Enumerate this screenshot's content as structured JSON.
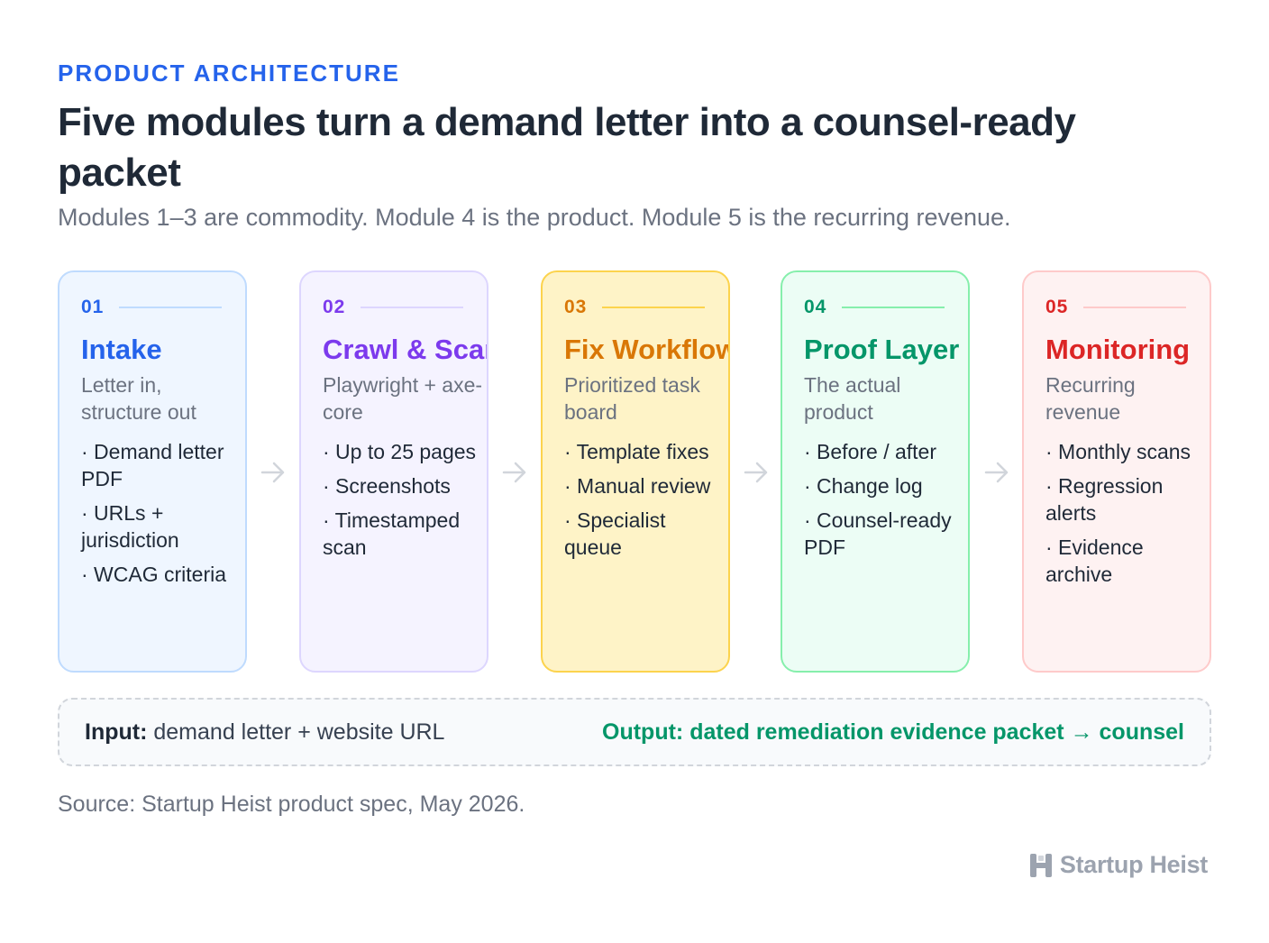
{
  "header": {
    "eyebrow": "PRODUCT ARCHITECTURE",
    "title": "Five modules turn a demand letter into a counsel-ready packet",
    "subtitle": "Modules 1–3 are commodity. Module 4 is the product. Module 5 is the recurring revenue."
  },
  "modules": [
    {
      "num": "01",
      "title": "Intake",
      "subtitle": "Letter in, structure out",
      "items": [
        "· Demand letter PDF",
        "· URLs + jurisdiction",
        "· WCAG criteria"
      ],
      "accent": "#2563eb",
      "bg": "#eff6ff",
      "border": "#bfdbfe"
    },
    {
      "num": "02",
      "title": "Crawl & Scan",
      "subtitle": "Playwright + axe-core",
      "items": [
        "· Up to 25 pages",
        "· Screenshots",
        "· Timestamped scan"
      ],
      "accent": "#7c3aed",
      "bg": "#f5f3ff",
      "border": "#ddd6fe"
    },
    {
      "num": "03",
      "title": "Fix Workflow",
      "subtitle": "Prioritized task board",
      "items": [
        "· Template fixes",
        "· Manual review",
        "· Specialist queue"
      ],
      "accent": "#d97706",
      "bg": "#fef3c7",
      "border": "#fcd34d"
    },
    {
      "num": "04",
      "title": "Proof Layer",
      "subtitle": "The actual product",
      "items": [
        "· Before / after",
        "· Change log",
        "· Counsel-ready PDF"
      ],
      "accent": "#059669",
      "bg": "#ecfdf5",
      "border": "#86efac"
    },
    {
      "num": "05",
      "title": "Monitoring",
      "subtitle": "Recurring revenue",
      "items": [
        "· Monthly scans",
        "· Regression alerts",
        "· Evidence archive"
      ],
      "accent": "#dc2626",
      "bg": "#fef2f2",
      "border": "#fecaca"
    }
  ],
  "io": {
    "input_label": "Input:",
    "input_text": "demand letter + website URL",
    "output_text": "Output: dated remediation evidence packet → counsel"
  },
  "source": "Source: Startup Heist product spec, May 2026.",
  "brand": "Startup Heist",
  "icons": {
    "arrow": "arrow-right-icon",
    "logo": "startup-heist-logo-icon"
  }
}
